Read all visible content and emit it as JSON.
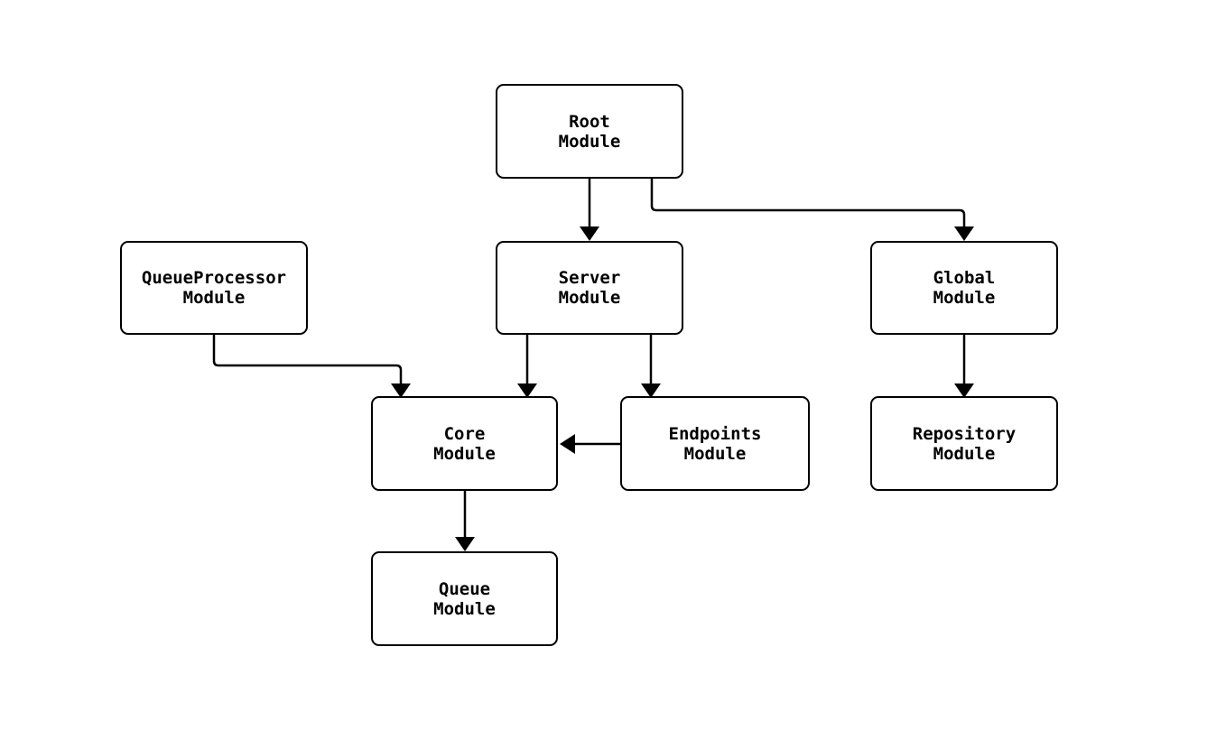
{
  "page": {
    "background_color": "#ffffff"
  },
  "diagram": {
    "type": "module-dependency-graph",
    "stroke_color": "#000000",
    "node_fill_color": "#ffffff",
    "node_border_color": "#000000",
    "nodes": [
      {
        "id": "root",
        "label": "Root\nModule"
      },
      {
        "id": "server",
        "label": "Server\nModule"
      },
      {
        "id": "global",
        "label": "Global\nModule"
      },
      {
        "id": "queueprocessor",
        "label": "QueueProcessor\nModule"
      },
      {
        "id": "core",
        "label": "Core\nModule"
      },
      {
        "id": "endpoints",
        "label": "Endpoints\nModule"
      },
      {
        "id": "repository",
        "label": "Repository\nModule"
      },
      {
        "id": "queue",
        "label": "Queue\nModule"
      }
    ],
    "edges": [
      {
        "from": "root",
        "to": "server"
      },
      {
        "from": "root",
        "to": "global"
      },
      {
        "from": "queueprocessor",
        "to": "core"
      },
      {
        "from": "server",
        "to": "core"
      },
      {
        "from": "server",
        "to": "endpoints"
      },
      {
        "from": "endpoints",
        "to": "core"
      },
      {
        "from": "global",
        "to": "repository"
      },
      {
        "from": "core",
        "to": "queue"
      }
    ]
  }
}
